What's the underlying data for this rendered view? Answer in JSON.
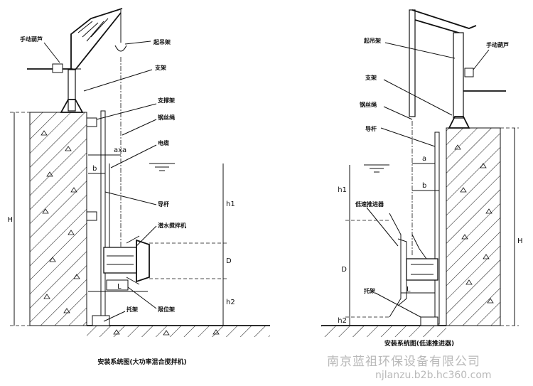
{
  "left": {
    "labels": {
      "manual_hoist": "手动葫芦",
      "lifting_frame": "起吊架",
      "bracket": "支架",
      "support_frame": "支撑架",
      "wire_rope": "钢丝绳",
      "cable": "电缆",
      "guide_rod": "导杆",
      "submersible_mixer": "潜水搅拌机",
      "positioning_frame": "限位架",
      "base_frame": "托架"
    },
    "dims": {
      "H": "H",
      "h1": "h1",
      "h2": "h2",
      "D": "D",
      "L": "L",
      "b": "b",
      "axa": "axa"
    },
    "caption": "安装系统图(大功率混合搅拌机)"
  },
  "right": {
    "labels": {
      "lifting_frame": "起吊架",
      "manual_hoist": "手动葫芦",
      "bracket": "支架",
      "wire_rope": "钢丝绳",
      "guide_rod": "导杆",
      "low_speed_pusher": "低速推进器",
      "base_frame": "托架"
    },
    "dims": {
      "H": "H",
      "h1": "h1",
      "h2": "h2",
      "D": "D",
      "L": "L",
      "a": "a",
      "b": "b"
    },
    "caption": "安装系统图(低速推进器)"
  },
  "watermark": {
    "company": "南京蓝祖环保设备有限公司",
    "url": "njlanzu.b2b.hc360.com"
  }
}
